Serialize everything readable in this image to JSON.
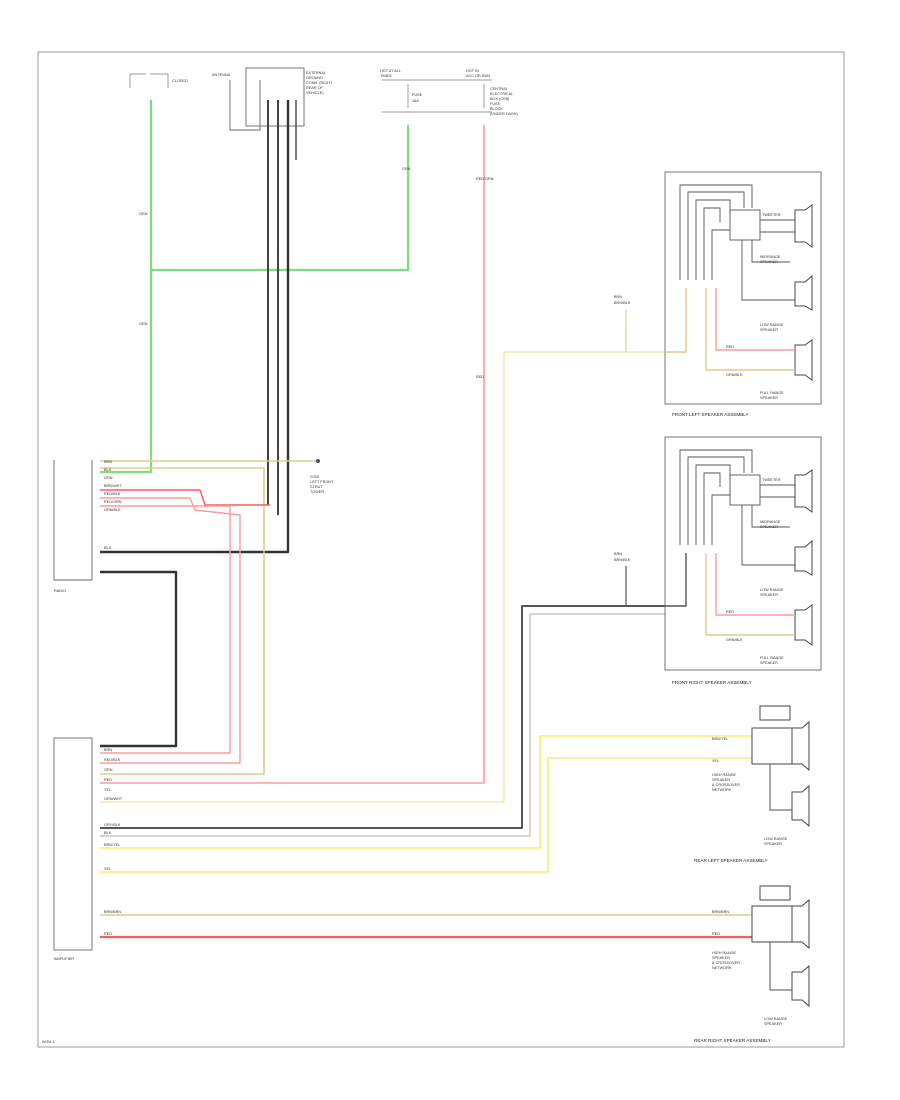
{
  "colors": {
    "green": "#7be07b",
    "gray": "#444444",
    "dark": "#333333",
    "pink": "#ff9a9a",
    "red": "#ff5a5a",
    "tan": "#e6c98c",
    "yellow": "#f3f070",
    "light_yellow": "#f2e9a8",
    "frame": "#9a9a9a"
  },
  "labels": {
    "top_switch": "CLOSED",
    "antenna": "ANTENNA",
    "antenna_desc": [
      "EXTERNAL",
      "GROUND",
      "CONN. (RIGHT",
      "REAR OF",
      "VEHICLE)"
    ],
    "fuse_left": [
      "HOT AT ALL",
      "TIMES"
    ],
    "fuse_left_desc": [
      "FUSE",
      "15A"
    ],
    "fuse_right": [
      "HOT IN",
      "ACC OR RUN"
    ],
    "fuse_right_desc": [
      "CENTRAL",
      "ELECTRICAL",
      "BOX (CEB)",
      "FUSE",
      "BLOCK",
      "(UNDER DASH)"
    ],
    "green_wire_top": "GRN",
    "green_wire_mid": "GRN",
    "green_wire_fuse": "GRN",
    "pink_wire": "RED/GRN",
    "pink_wire_mid": "RED",
    "ground_note": [
      "G100",
      "LEFT FRONT",
      "STRUT",
      "TOWER"
    ],
    "radio_wires": [
      "BRN",
      "BLK",
      "GRN",
      "BRN/WHT",
      "RED/BLK",
      "RED/GRN",
      "GRN/BLK",
      "BLK"
    ],
    "radio_box": "RADIO",
    "amp_box": "AMPLIFIER",
    "amp_wires": [
      "BRN",
      "RED/BLK",
      "GRN",
      "RED",
      "YEL",
      "GRN/WHT",
      "GRY/BLK",
      "BLK",
      "BRN/YEL",
      "YEL",
      "BRN/BRN",
      "RED"
    ],
    "front_left": {
      "caption": "FRONT LEFT SPEAKER ASSEMBLY",
      "tweeter": "TWEETER",
      "mid": [
        "MIDRANGE",
        "SPEAKER"
      ],
      "woofer": [
        "LOW RANGE",
        "SPEAKER"
      ],
      "full": [
        "FULL RANGE",
        "SPEAKER"
      ],
      "w1": "BRN",
      "w2": "BRN/BLK",
      "conn": [
        "RED",
        "GRN/BLK"
      ]
    },
    "front_right": {
      "caption": "FRONT RIGHT SPEAKER ASSEMBLY",
      "tweeter": "TWEETER",
      "mid": [
        "MIDRANGE",
        "SPEAKER"
      ],
      "woofer": [
        "LOW RANGE",
        "SPEAKER"
      ],
      "full": [
        "FULL RANGE",
        "SPEAKER"
      ],
      "w1": "BRN",
      "w2": "BRN/BLK",
      "conn": [
        "RED",
        "GRN/BLK"
      ]
    },
    "rear_left": {
      "caption": "REAR LEFT SPEAKER ASSEMBLY",
      "hi_desc": [
        "HIGH RANGE",
        "SPEAKER",
        "& CROSSOVER",
        "NETWORK"
      ],
      "lo_desc": [
        "LOW RANGE",
        "SPEAKER"
      ],
      "w1": "BRN/YEL",
      "w2": "YEL"
    },
    "rear_right": {
      "caption": "REAR RIGHT SPEAKER ASSEMBLY",
      "hi_desc": [
        "HIGH RANGE",
        "SPEAKER",
        "& CROSSOVER",
        "NETWORK"
      ],
      "lo_desc": [
        "LOW RANGE",
        "SPEAKER"
      ],
      "w1": "BRN/BRN",
      "w2": "RED"
    },
    "footer": "W/D4-1"
  }
}
